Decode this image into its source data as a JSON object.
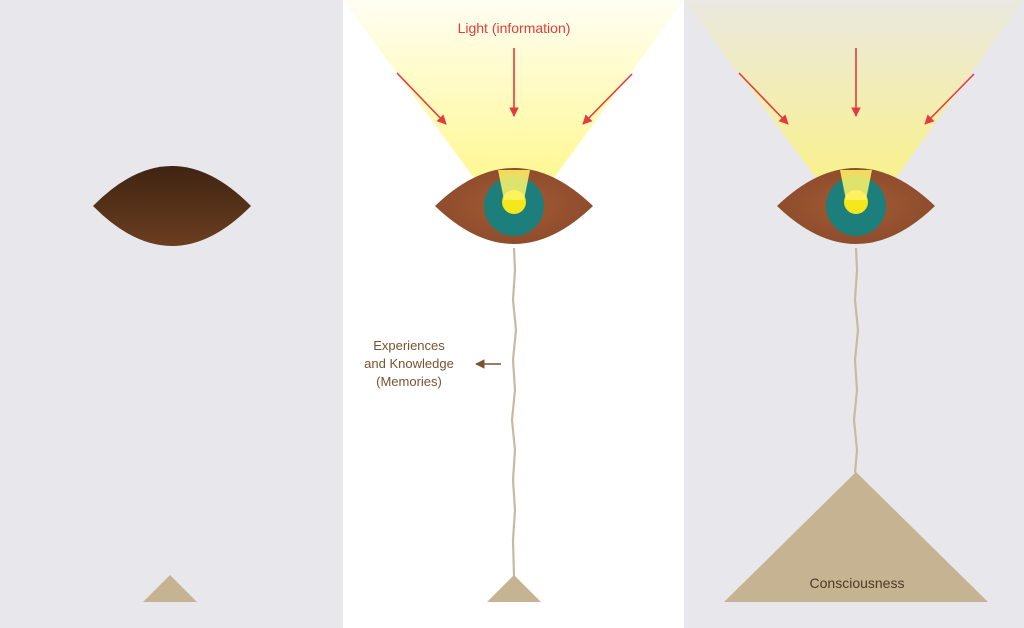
{
  "colors": {
    "panel_left": "#e8e7eb",
    "panel_middle": "#ffffff",
    "panel_right": "#e8e7eb",
    "light_beam": "#fff56a",
    "arrow": "#e53a3e",
    "eye_dark": "#3f2412",
    "eye_brown": "#8a4a2a",
    "iris": "#1d7f7c",
    "pupil": "#f6e61c",
    "thread": "#c8baa0",
    "pyramid": "#c5b392",
    "memory_text": "#7a5230",
    "light_text": "#e53a3e",
    "conscious_text": "#4e3a22"
  },
  "stages": [
    {
      "name": "closed",
      "pyramid_level": 0.1
    },
    {
      "name": "opening",
      "pyramid_level": 0.1
    },
    {
      "name": "aware",
      "pyramid_level": 1.0
    }
  ],
  "labels": {
    "light": "Light (information)",
    "memory_lines": [
      "Experiences",
      "and Knowledge",
      "(Memories)"
    ],
    "consciousness": "Consciousness"
  },
  "icons": {
    "light_arrows": "arrow-icon",
    "memory_arrow": "left-arrow-icon"
  }
}
